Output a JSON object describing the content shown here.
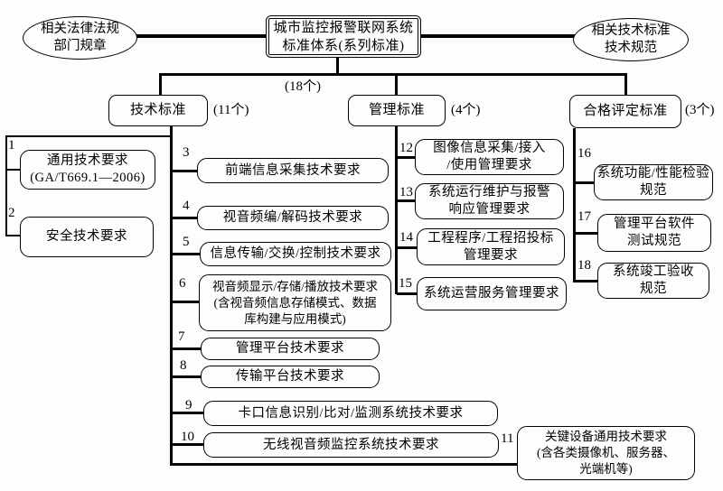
{
  "diagram": {
    "root": {
      "lines": [
        "城市监控报警联网系统",
        "标准体系(系列标准)"
      ]
    },
    "left_ellipse": {
      "lines": [
        "相关法律法规",
        "部门规章"
      ]
    },
    "right_ellipse": {
      "lines": [
        "相关技术标准",
        "技术规范"
      ]
    },
    "total_count": "(18个)",
    "branches": [
      {
        "label": "技术标准",
        "count": "(11个)"
      },
      {
        "label": "管理标准",
        "count": "(4个)"
      },
      {
        "label": "合格评定标准",
        "count": "(3个)"
      }
    ],
    "items": [
      {
        "num": "1",
        "lines": [
          "通用技术要求",
          "(GA/T669.1—2006)"
        ]
      },
      {
        "num": "2",
        "lines": [
          "安全技术要求"
        ]
      },
      {
        "num": "3",
        "lines": [
          "前端信息采集技术要求"
        ]
      },
      {
        "num": "4",
        "lines": [
          "视音频编/解码技术要求"
        ]
      },
      {
        "num": "5",
        "lines": [
          "信息传输/交换/控制技术要求"
        ]
      },
      {
        "num": "6",
        "lines": [
          "视音频显示/存储/播放技术要求",
          "(含视音频信息存储模式、数据",
          "库构建与应用模式)"
        ]
      },
      {
        "num": "7",
        "lines": [
          "管理平台技术要求"
        ]
      },
      {
        "num": "8",
        "lines": [
          "传输平台技术要求"
        ]
      },
      {
        "num": "9",
        "lines": [
          "卡口信息识别/比对/监测系统技术要求"
        ]
      },
      {
        "num": "10",
        "lines": [
          "无线视音频监控系统技术要求"
        ]
      },
      {
        "num": "11",
        "lines": [
          "关键设备通用技术要求",
          "(含各类摄像机、服务器、",
          "光端机等)"
        ]
      },
      {
        "num": "12",
        "lines": [
          "图像信息采集/接入",
          "/使用管理要求"
        ]
      },
      {
        "num": "13",
        "lines": [
          "系统运行维护与报警",
          "响应管理要求"
        ]
      },
      {
        "num": "14",
        "lines": [
          "工程程序/工程招投标",
          "管理要求"
        ]
      },
      {
        "num": "15",
        "lines": [
          "系统运营服务管理要求"
        ]
      },
      {
        "num": "16",
        "lines": [
          "系统功能/性能检验",
          "规范"
        ]
      },
      {
        "num": "17",
        "lines": [
          "管理平台软件",
          "测试规范"
        ]
      },
      {
        "num": "18",
        "lines": [
          "系统竣工验收",
          "规范"
        ]
      }
    ]
  }
}
